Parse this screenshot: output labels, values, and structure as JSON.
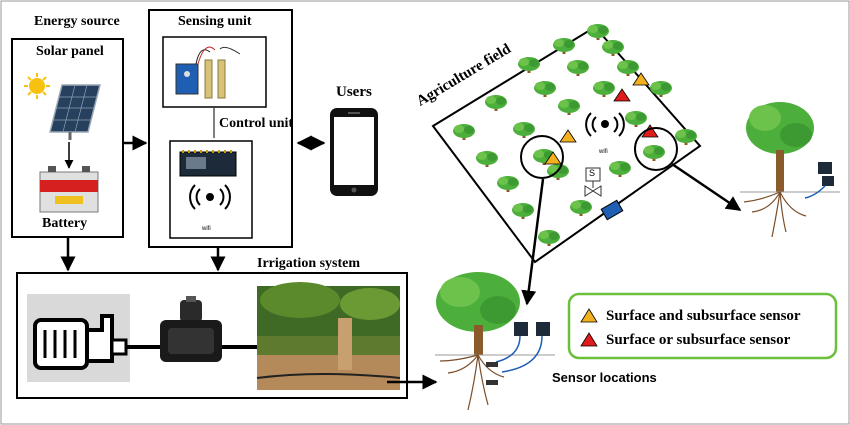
{
  "labels": {
    "energy_source": "Energy source",
    "solar_panel": "Solar panel",
    "battery": "Battery",
    "sensing_unit": "Sensing unit",
    "control_unit": "Control unit",
    "users": "Users",
    "irrigation_system": "Irrigation system",
    "agriculture_field": "Agriculture field",
    "sensor_locations": "Sensor locations",
    "wifi_text": "wifi",
    "valve_symbol": "S"
  },
  "legend": {
    "items": [
      {
        "label": "Surface and subsurface sensor",
        "color": "#f2b01e"
      },
      {
        "label": "Surface or subsurface sensor",
        "color": "#e01b1b"
      }
    ],
    "border_color": "#6bbf3a"
  },
  "colors": {
    "tree_foliage": "#4caf3c",
    "tree_trunk": "#8a5a2b",
    "board_blue": "#1e5fb4",
    "sun": "#f7c20f"
  }
}
